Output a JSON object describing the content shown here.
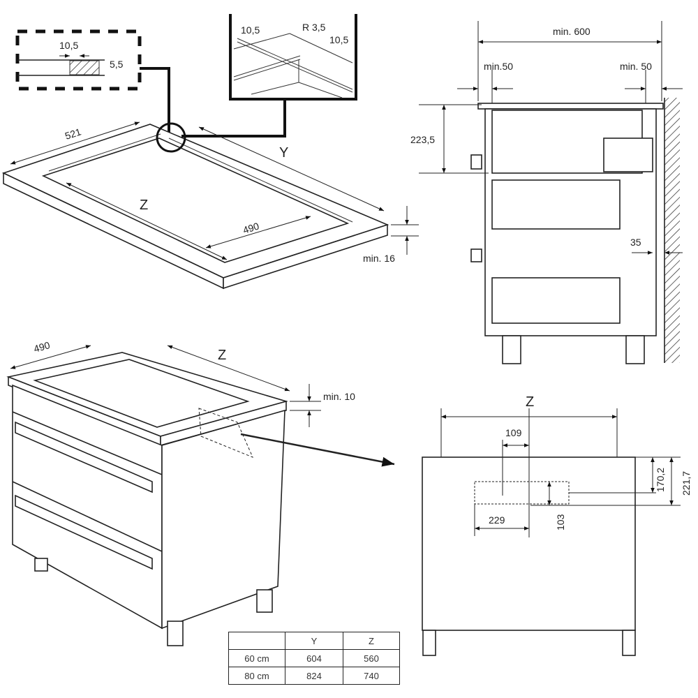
{
  "inset_detail": {
    "groove_width": "10,5",
    "groove_depth": "5,5"
  },
  "y_detail": {
    "left": "10,5",
    "radius": "R 3,5",
    "right": "10,5"
  },
  "worktop": {
    "length": "521",
    "y_label": "Y",
    "z_label": "Z",
    "width": "490",
    "thickness": "min. 16"
  },
  "side_view": {
    "total": "min. 600",
    "left_gap": "min.50",
    "right_gap": "min. 50",
    "height": "223,5",
    "wall_gap": "35"
  },
  "cabinet": {
    "depth": "490",
    "z_label": "Z",
    "gap": "min. 10"
  },
  "front_view": {
    "z_label": "Z",
    "d109": "109",
    "d170": "170,2",
    "d221": "221,7",
    "d103": "103",
    "d229": "229"
  },
  "table": {
    "headers": [
      "",
      "Y",
      "Z"
    ],
    "rows": [
      [
        "60 cm",
        "604",
        "560"
      ],
      [
        "80 cm",
        "824",
        "740"
      ]
    ]
  }
}
